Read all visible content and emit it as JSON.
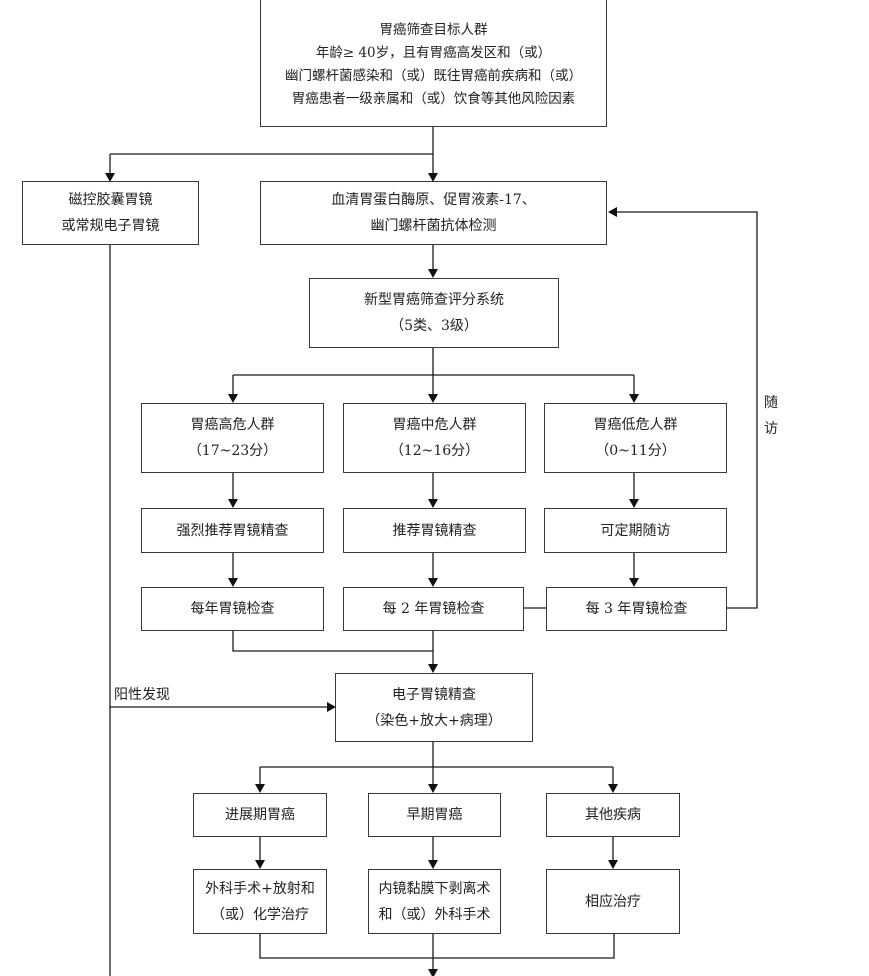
{
  "diagram": {
    "title": "胃癌筛查流程图",
    "target_population": {
      "title": "胃癌筛查目标人群",
      "lines": [
        "年龄≥ 40岁，且有胃癌高发区和（或）",
        "幽门螺杆菌感染和（或）既往胃癌前疾病和（或）",
        "胃癌患者一级亲属和（或）饮食等其他风险因素"
      ]
    },
    "endoscopy_option": {
      "lines": [
        "磁控胶囊胃镜",
        "或常规电子胃镜"
      ]
    },
    "serum_test": {
      "lines": [
        "血清胃蛋白酶原、促胃液素-17、",
        "幽门螺杆菌抗体检测"
      ]
    },
    "scoring_system": {
      "lines": [
        "新型胃癌筛查评分系统",
        "（5类、3级）"
      ]
    },
    "risk_groups": [
      {
        "name": "胃癌高危人群",
        "score": "（17~23分）",
        "recommendation": "强烈推荐胃镜精查",
        "frequency": "每年胃镜检查"
      },
      {
        "name": "胃癌中危人群",
        "score": "（12~16分）",
        "recommendation": "推荐胃镜精查",
        "frequency": "每 2 年胃镜检查"
      },
      {
        "name": "胃癌低危人群",
        "score": "（0~11分）",
        "recommendation": "可定期随访",
        "frequency": "每 3 年胃镜检查"
      }
    ],
    "follow_up_label": [
      "随",
      "访"
    ],
    "positive_finding_label": "阳性发现",
    "precise_endoscopy": {
      "lines": [
        "电子胃镜精查",
        "（染色+放大+病理）"
      ]
    },
    "diagnoses": [
      {
        "name": "进展期胃癌",
        "treatment": [
          "外科手术+放射和",
          "（或）化学治疗"
        ]
      },
      {
        "name": "早期胃癌",
        "treatment": [
          "内镜黏膜下剥离术",
          "和（或）外科手术"
        ]
      },
      {
        "name": "其他疾病",
        "treatment": [
          "相应治疗"
        ]
      }
    ]
  }
}
